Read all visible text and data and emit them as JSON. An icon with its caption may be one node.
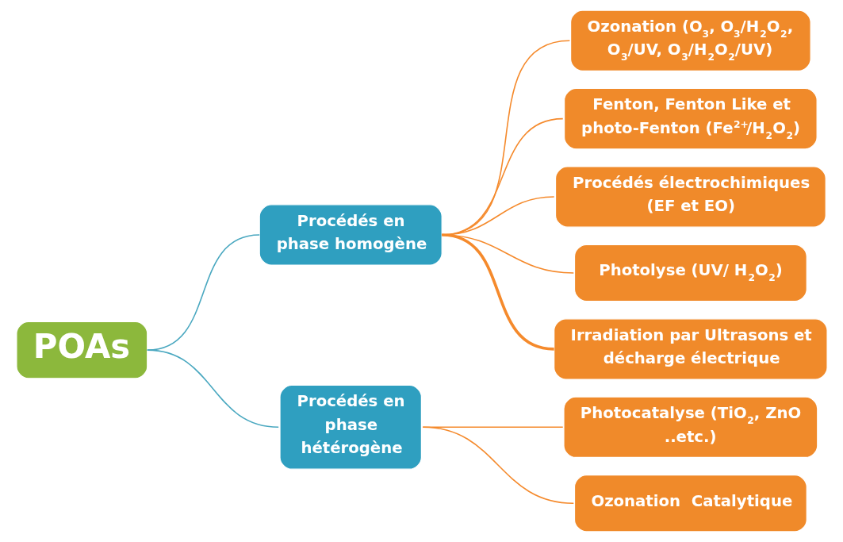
{
  "diagram": {
    "nodes": [
      {
        "text": [
          "POAs"
        ]
      },
      {
        "text": [
          "Procédés en phase homogène"
        ]
      },
      {
        "text": [
          "Procédés en phase hétérogène"
        ]
      },
      {
        "text": [
          "Ozonation (O$_{3}$, O$_{3}$/H$_{2}$O$_{2}$, O$_{3}$/UV, O$_{3}$/H$_{2}$O$_{2}$/UV)"
        ]
      },
      {
        "text": [
          "Fenton, Fenton Like et photo-Fenton (Fe$^{2+}$/H$_{2}$O$_{2}$)"
        ]
      },
      {
        "text": [
          "Procédés électrochimiques (EF et EO)"
        ]
      },
      {
        "text": [
          "Photolyse (UV/ H$_{2}$O$_{2}$)"
        ]
      },
      {
        "text": [
          "Irradiation par Ultrasons et décharge électrique"
        ]
      },
      {
        "text": [
          "Photocatalyse (TiO$_{2}$, ZnO ..etc.)"
        ]
      },
      {
        "text": [
          "Ozonation  Catalytique"
        ]
      }
    ],
    "edges": [
      {
        "from": 0,
        "to": 1,
        "arrow": "none",
        "color": "#4aa8c0"
      },
      {
        "from": 0,
        "to": 2,
        "arrow": "none",
        "color": "#4aa8c0"
      },
      {
        "from": 1,
        "to": 3,
        "arrow": "none"
      },
      {
        "from": 1,
        "to": 4,
        "arrow": "none"
      },
      {
        "from": 1,
        "to": 5,
        "arrow": "none"
      },
      {
        "from": 1,
        "to": 6,
        "arrow": "none"
      },
      {
        "from": 1,
        "to": 7,
        "arrow": "none",
        "style": "thick"
      },
      {
        "from": 2,
        "to": 8,
        "arrow": "none"
      },
      {
        "from": 2,
        "to": 9,
        "arrow": "none"
      }
    ]
  }
}
